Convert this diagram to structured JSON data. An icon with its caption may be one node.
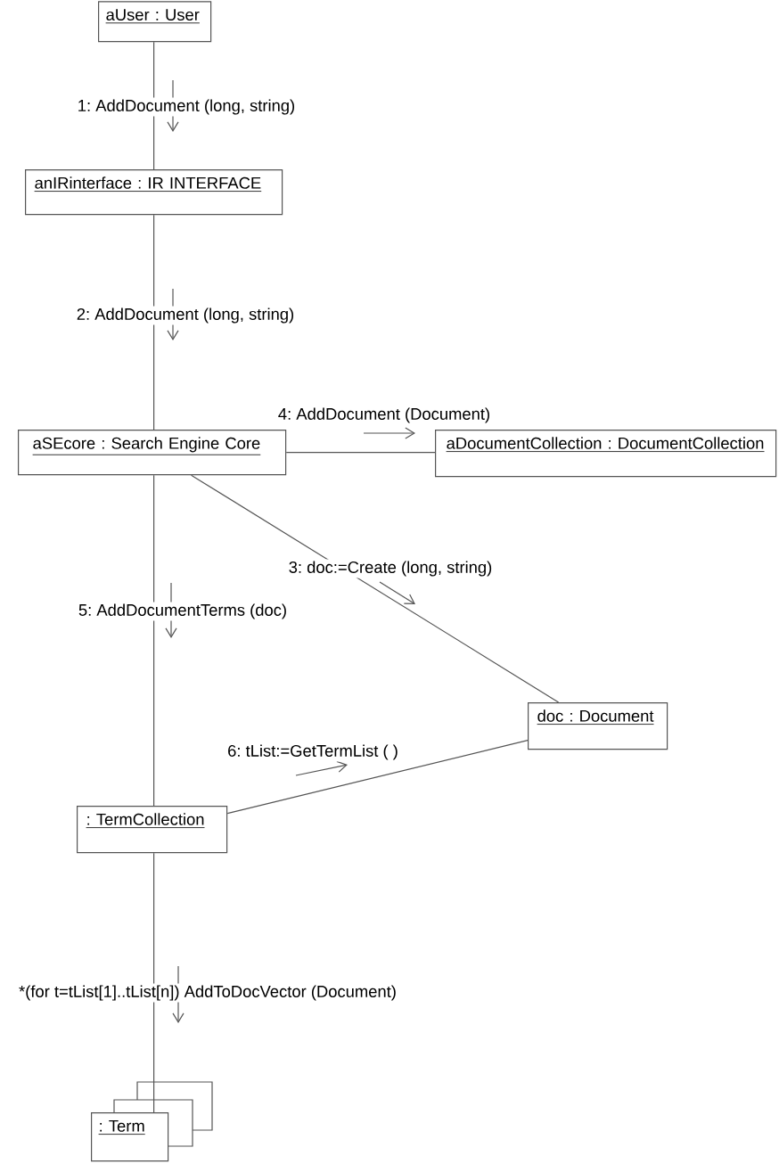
{
  "diagram": {
    "nodes": [
      {
        "text": [
          "aUser : User"
        ]
      },
      {
        "text": [
          "anIRinterface : IR INTERFACE"
        ]
      },
      {
        "text": [
          "aSEcore : Search Engine Core"
        ]
      },
      {
        "text": [
          "aDocumentCollection : DocumentCollection"
        ]
      },
      {
        "text": [
          "doc : Document"
        ]
      },
      {
        "text": [
          ": TermCollection"
        ]
      },
      {
        "text": [
          ": Term"
        ]
      }
    ],
    "edges": [
      {
        "from": 0,
        "to": 1,
        "arrow": "none",
        "label": "1: AddDocument (long, string)"
      },
      {
        "from": 1,
        "to": 2,
        "arrow": "none",
        "label": "2: AddDocument (long, string)"
      },
      {
        "from": 2,
        "to": 4,
        "arrow": "none",
        "label": "3: doc:=Create (long, string)"
      },
      {
        "from": 2,
        "to": 3,
        "arrow": "none",
        "label": "4: AddDocument (Document)"
      },
      {
        "from": 2,
        "to": 5,
        "arrow": "none",
        "label": "5: AddDocumentTerms (doc)"
      },
      {
        "from": 5,
        "to": 4,
        "arrow": "none",
        "label": "6: tList:=GetTermList ( )"
      },
      {
        "from": 5,
        "to": 6,
        "arrow": "none",
        "label": "*(for t=tList[1]..tList[n]) AddToDocVector (Document)"
      }
    ]
  }
}
